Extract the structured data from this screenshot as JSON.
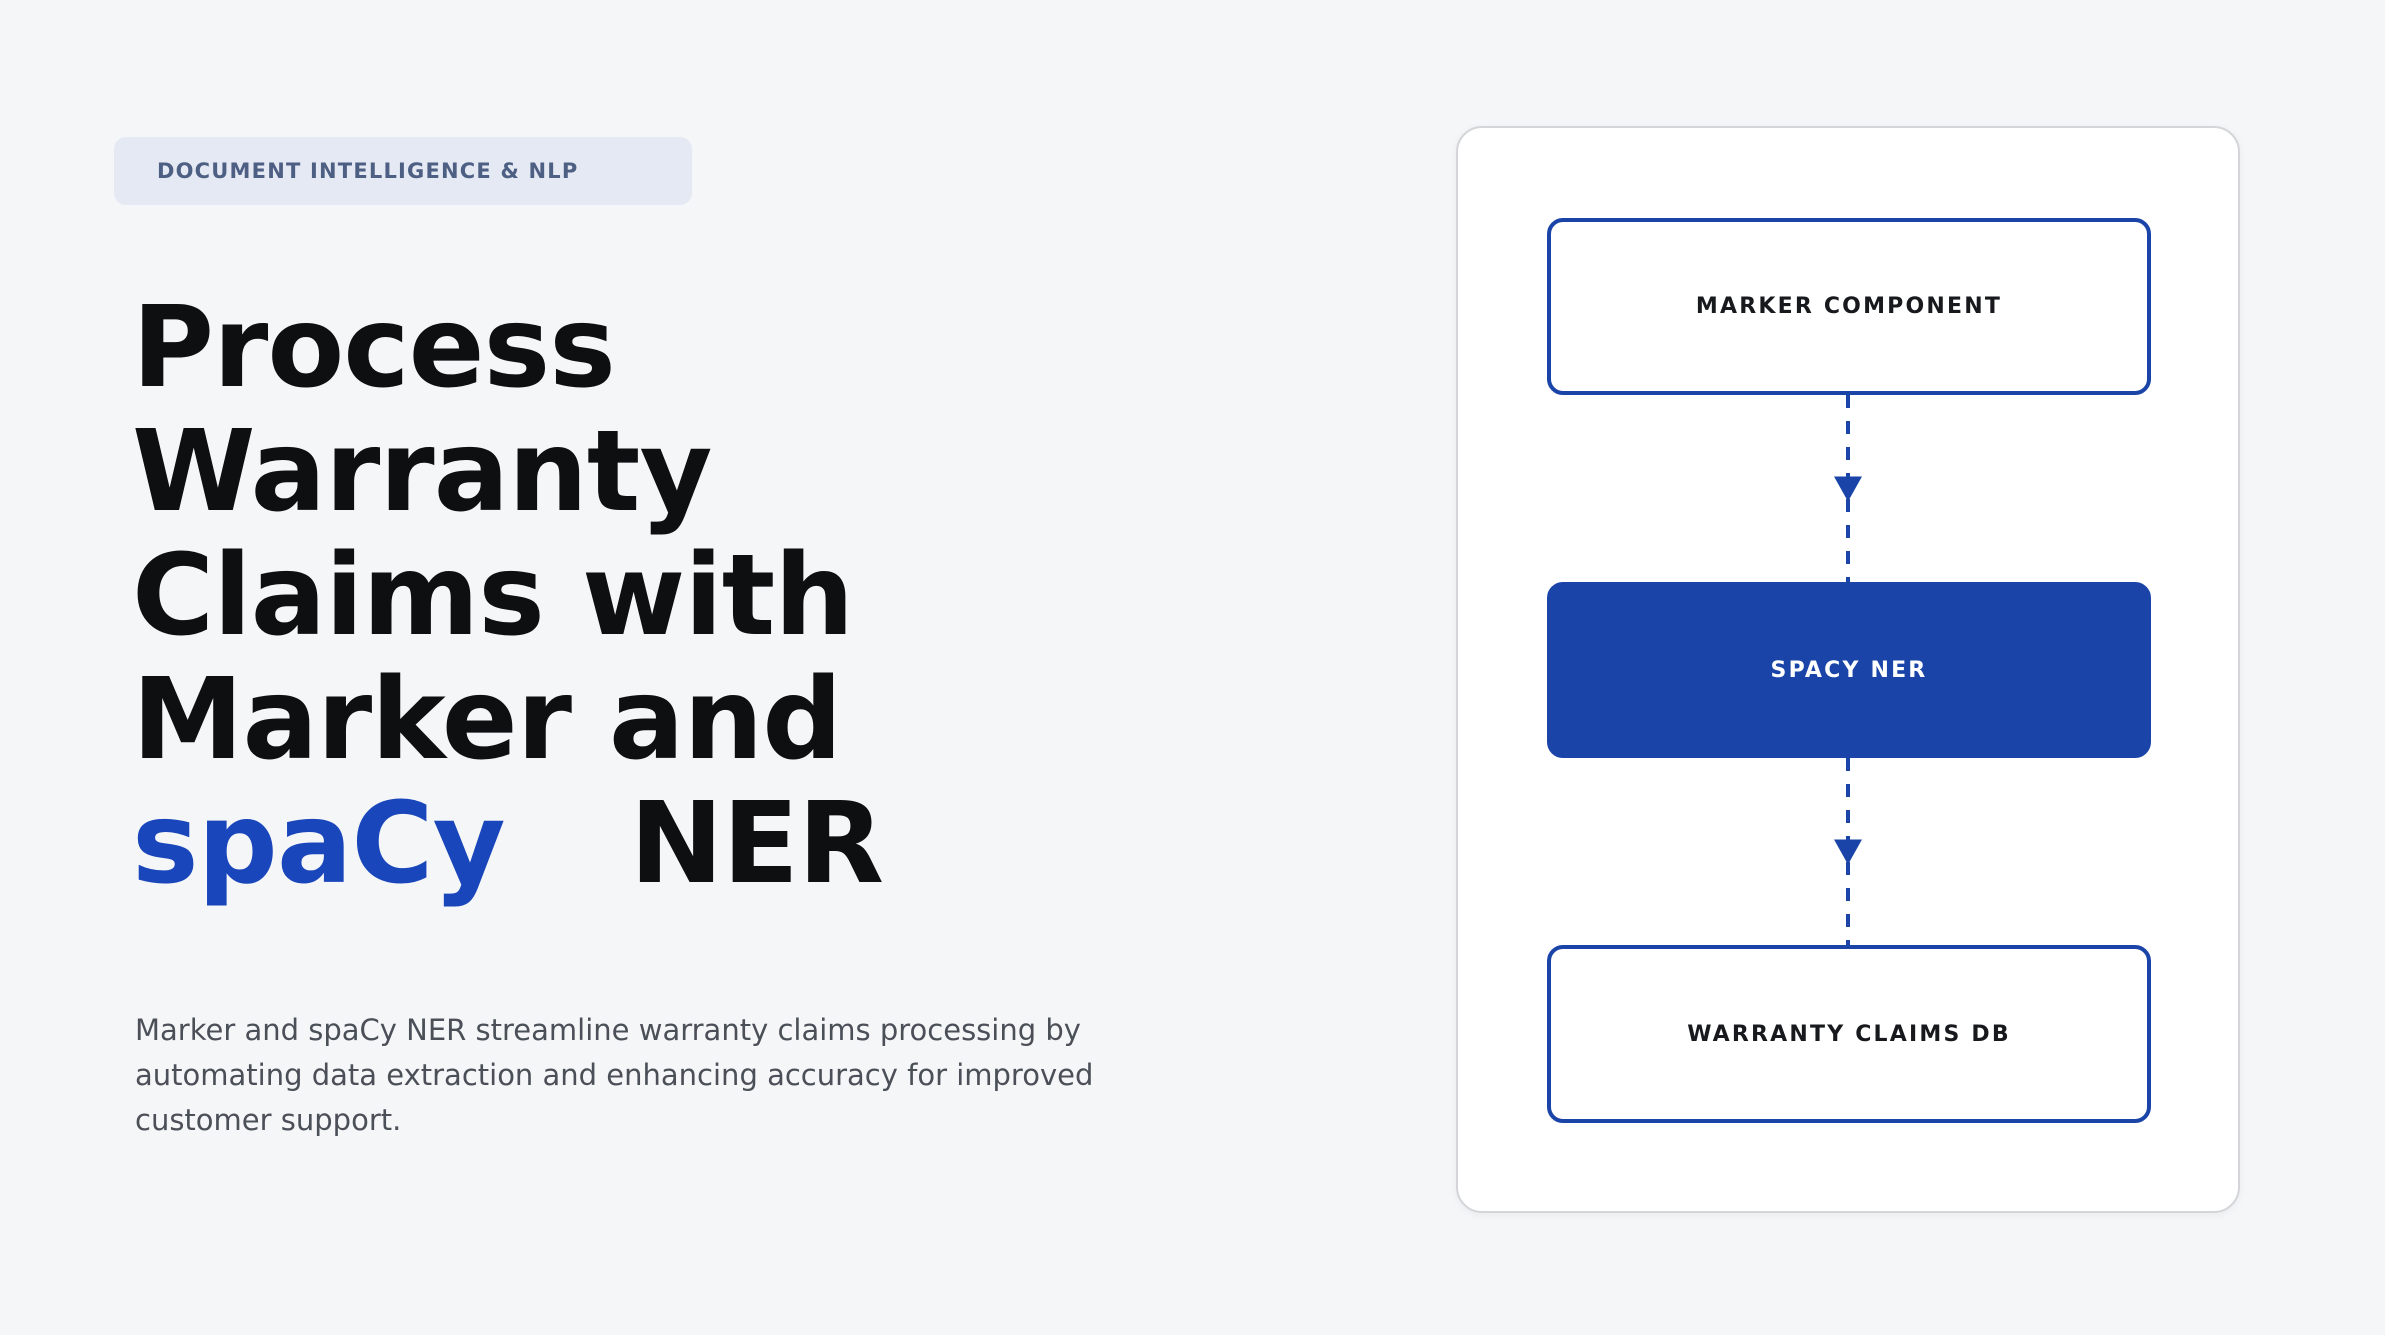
{
  "page": {
    "background_color": "#f5f6f8"
  },
  "hero": {
    "badge_label": "DOCUMENT INTELLIGENCE & NLP",
    "badge_bg_color": "#e4e9f4",
    "badge_text_color": "#4d5f82",
    "title_lines": [
      "Process",
      "Warranty",
      "Claims with",
      "Marker and"
    ],
    "title_highlight": "spaCy",
    "title_tail": "NER",
    "title_color": "#0e0f11",
    "highlight_color": "#1a46bb",
    "description_lines": [
      "Marker and spaCy NER streamline warranty claims processing by",
      "automating data extraction and enhancing accuracy for improved",
      "customer support."
    ],
    "description_color": "#4b5058"
  },
  "diagram": {
    "accent_color": "#1b44a8",
    "card_bg_color": "#ffffff",
    "nodes": [
      {
        "label": "MARKER COMPONENT",
        "variant": "outline"
      },
      {
        "label": "SPACY NER",
        "variant": "filled"
      },
      {
        "label": "WARRANTY CLAIMS DB",
        "variant": "outline"
      }
    ],
    "flow": [
      {
        "from": "MARKER COMPONENT",
        "to": "SPACY NER"
      },
      {
        "from": "SPACY NER",
        "to": "WARRANTY CLAIMS DB"
      }
    ]
  }
}
